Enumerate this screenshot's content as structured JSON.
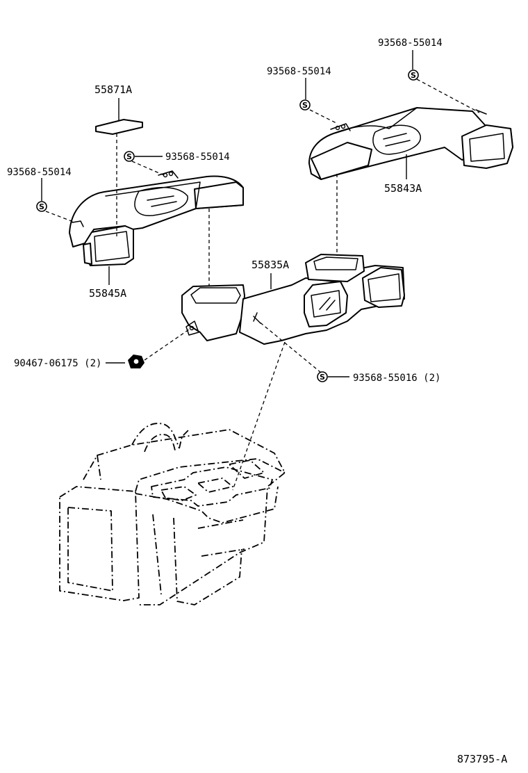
{
  "labels": {
    "screw_right_top": "93568-55014",
    "screw_right_mid": "93568-55014",
    "pad": "55871A",
    "screw_left_mid": "93568-55014",
    "screw_left_far": "93568-55014",
    "duct_right": "55843A",
    "duct_center": "55835A",
    "duct_left": "55845A",
    "bolt": "90467-06175 (2)",
    "screw_center": "93568-55016 (2)",
    "drawing_id": "873795-A"
  },
  "screw_symbol": "S",
  "icons": [
    "screw-symbol-icon",
    "bolt-icon"
  ]
}
